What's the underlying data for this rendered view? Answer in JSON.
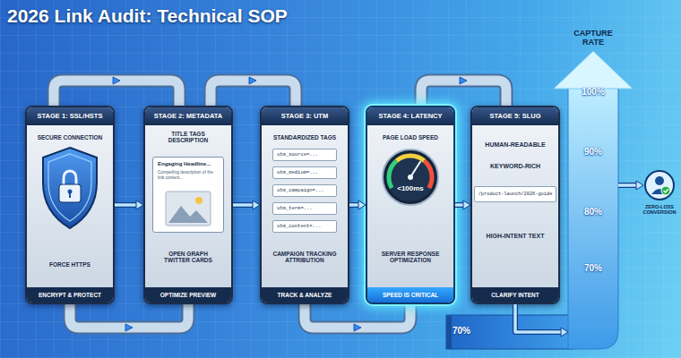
{
  "diagram": {
    "title": "2026 Link Audit: Technical SOP",
    "nodes": [
      {
        "text": [
          "STAGE 1: SSL/HSTS",
          "SECURE CONNECTION",
          "FORCE HTTPS",
          "ENCRYPT & PROTECT"
        ]
      },
      {
        "text": [
          "STAGE 2: METADATA",
          "TITLE TAGS DESCRIPTION",
          "OPEN GRAPH TWITTER CARDS",
          "OPTIMIZE PREVIEW"
        ]
      },
      {
        "text": [
          "Engaging Headline...",
          "Compelling description of the link content..."
        ],
        "in": 1
      },
      {
        "text": [
          "STAGE 3: UTM",
          "STANDARDIZED TAGS",
          "CAMPAIGN TRACKING ATTRIBUTION",
          "TRACK & ANALYZE"
        ]
      },
      {
        "text": [
          "utm_source=..."
        ],
        "in": 3
      },
      {
        "text": [
          "utm_medium=..."
        ],
        "in": 3
      },
      {
        "text": [
          "utm_campaign=..."
        ],
        "in": 3
      },
      {
        "text": [
          "utm_term=..."
        ],
        "in": 3
      },
      {
        "text": [
          "utm_content=..."
        ],
        "in": 3
      },
      {
        "text": [
          "STAGE 4: LATENCY",
          "PAGE LOAD SPEED",
          "SERVER RESPONSE OPTIMIZATION",
          "SPEED IS CRITICAL"
        ]
      },
      {
        "text": [
          "<100ms"
        ],
        "in": 9
      },
      {
        "text": [
          "STAGE 5: SLUG",
          "HUMAN-READABLE",
          "KEYWORD-RICH",
          "HIGH-INTENT TEXT",
          "CLARIFY INTENT"
        ]
      },
      {
        "text": [
          "/product-launch/2026-guide"
        ],
        "in": 11
      },
      {
        "text": [
          "CAPTURE RATE",
          "100%",
          "90%",
          "80%",
          "70%"
        ]
      },
      {
        "text": [
          "ZERO-LOSS CONVERSION"
        ]
      }
    ],
    "edges": [
      {
        "from": 0,
        "to": 1,
        "arrow": "to"
      },
      {
        "from": 1,
        "to": 3,
        "arrow": "to"
      },
      {
        "from": 3,
        "to": 9,
        "arrow": "to"
      },
      {
        "from": 9,
        "to": 11,
        "arrow": "to"
      },
      {
        "from": 11,
        "to": 13,
        "arrow": "to"
      },
      {
        "from": 13,
        "to": 14,
        "arrow": "to"
      }
    ],
    "labels": [
      "70%"
    ]
  }
}
